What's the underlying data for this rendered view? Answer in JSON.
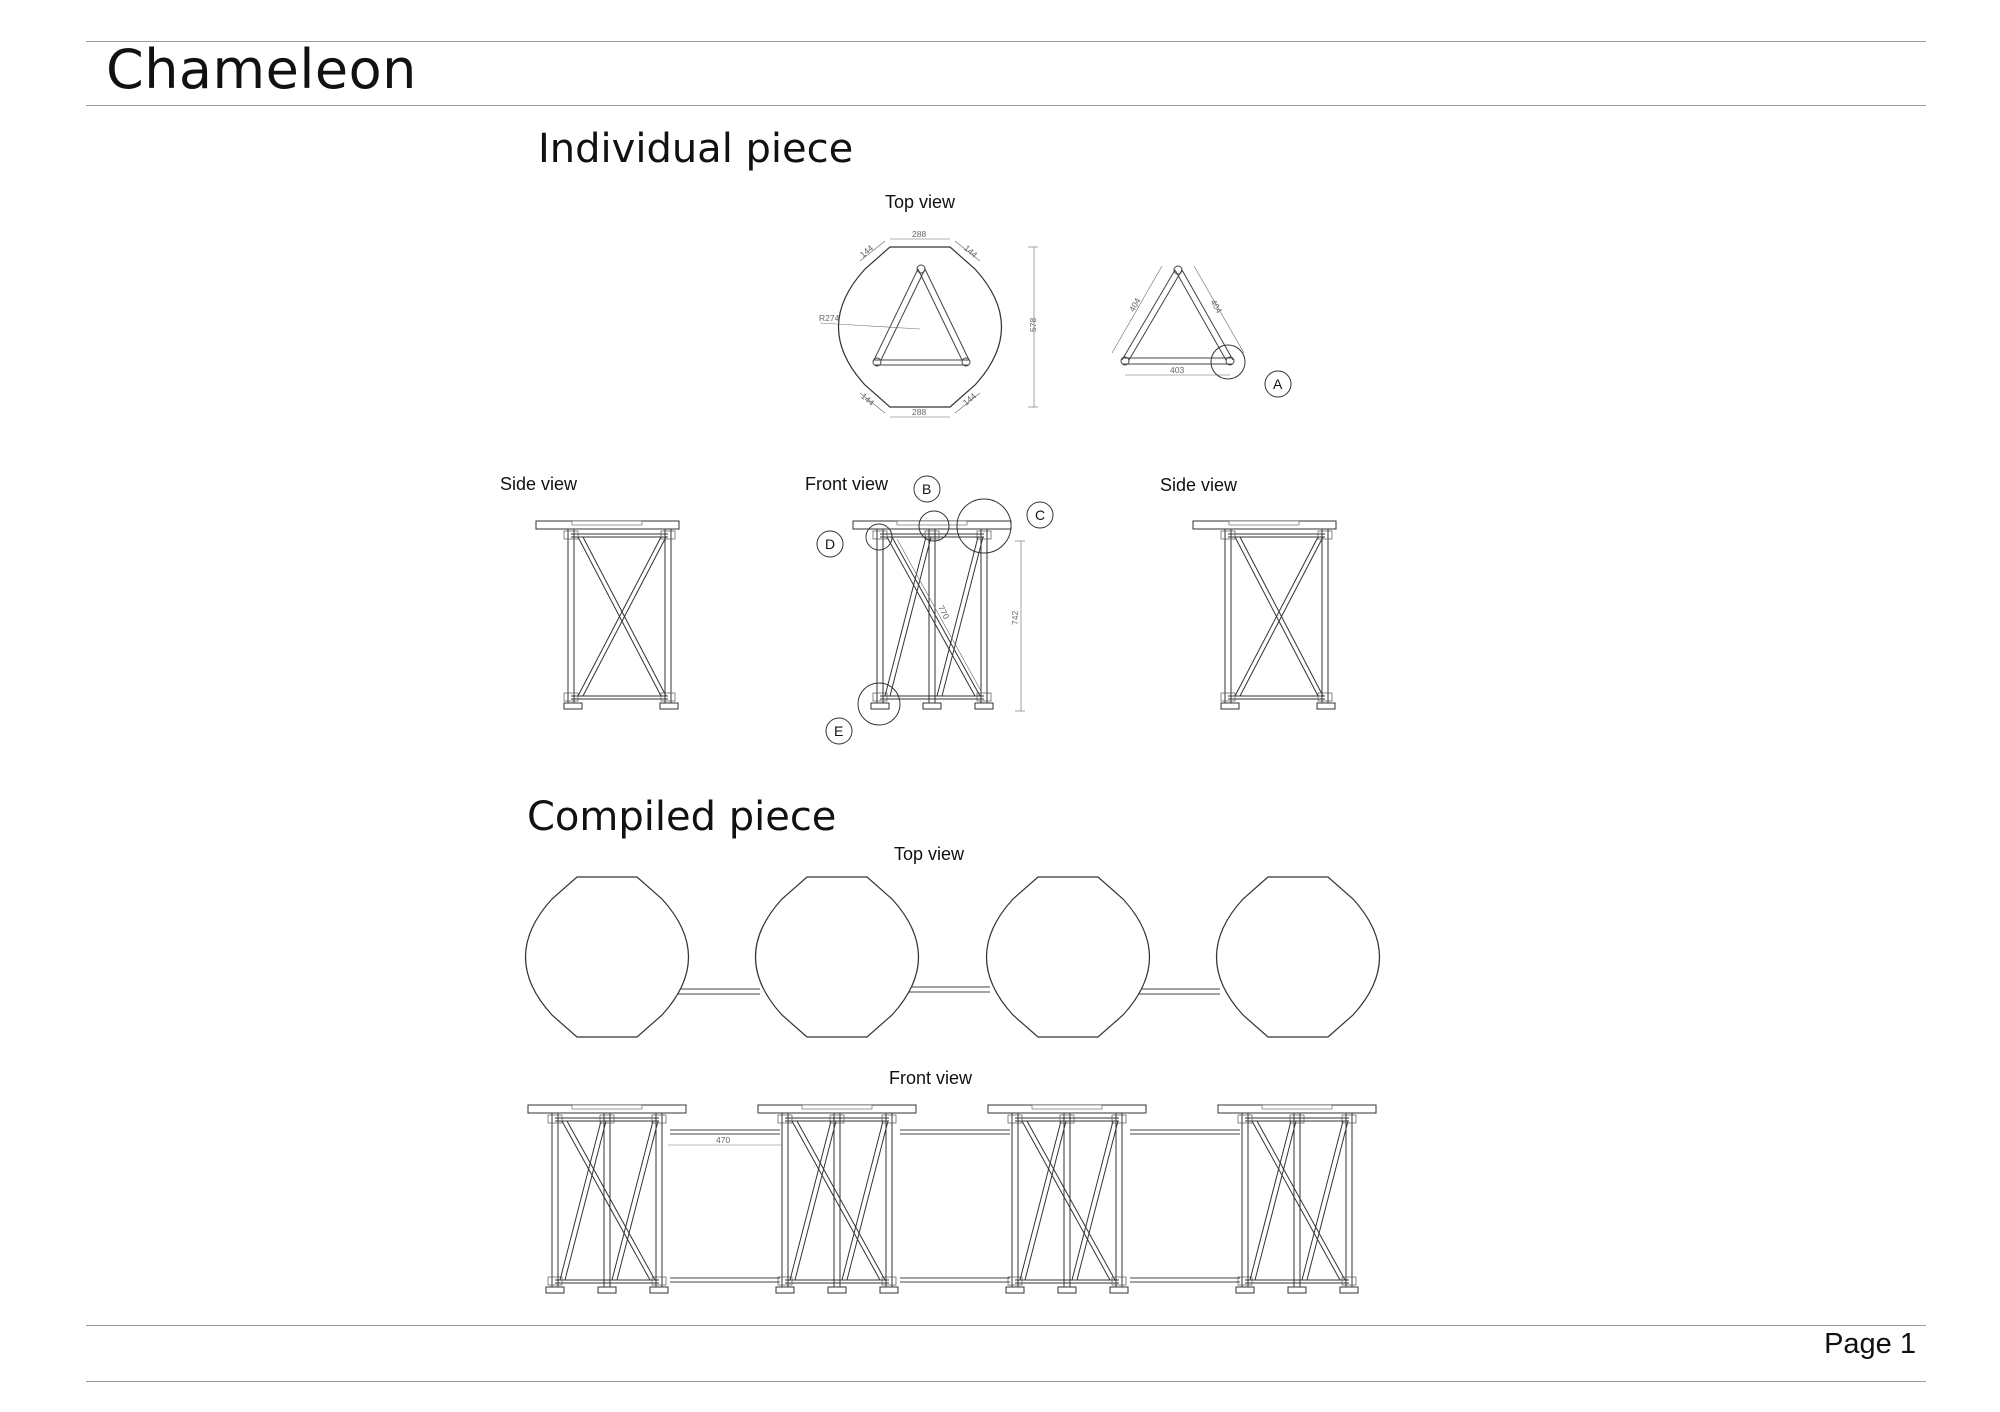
{
  "document": {
    "title": "Chameleon",
    "page_label": "Page 1"
  },
  "individual": {
    "title": "Individual piece",
    "top_view_label": "Top view",
    "side_view_label": "Side view",
    "front_view_label": "Front view",
    "side_view_label_right": "Side view",
    "dims": {
      "top_width": "288",
      "bottom_width": "288",
      "corner_a": "144",
      "corner_b": "144",
      "corner_c": "144",
      "corner_d": "144",
      "height": "578",
      "radius": "R274",
      "tri_left": "404",
      "tri_right": "404",
      "tri_base": "403",
      "diagonal": "770",
      "front_height": "742"
    },
    "callouts": [
      "A",
      "B",
      "C",
      "D",
      "E"
    ]
  },
  "compiled": {
    "title": "Compiled piece",
    "top_view_label": "Top view",
    "front_view_label": "Front view",
    "dim_gap": "470"
  }
}
